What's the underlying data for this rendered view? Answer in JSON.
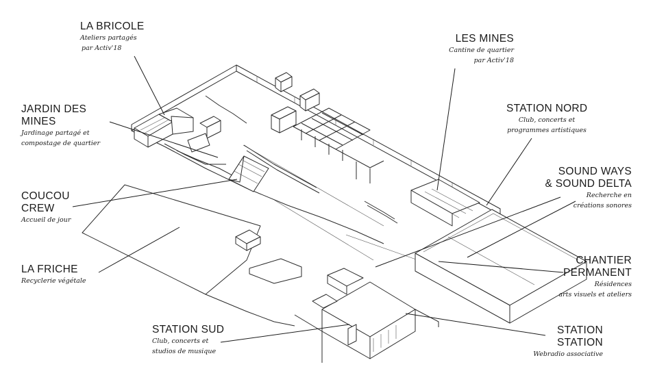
{
  "labels": {
    "bricole": {
      "title": "LA BRICOLE",
      "lines": [
        "Ateliers partagés",
        "par Activ'18"
      ]
    },
    "mines": {
      "title": "LES MINES",
      "lines": [
        "Cantine de quartier",
        "par Activ'18"
      ]
    },
    "jardin": {
      "title_lines": [
        "JARDIN DES",
        "MINES"
      ],
      "lines": [
        "Jardinage partagé et",
        "compostage de quartier"
      ]
    },
    "nord": {
      "title": "STATION NORD",
      "lines": [
        "Club, concerts et",
        "programmes artistiques"
      ]
    },
    "soundways": {
      "title_lines": [
        "SOUND WAYS",
        "& SOUND DELTA"
      ],
      "lines": [
        "Recherche en",
        "créations sonores"
      ]
    },
    "coucou": {
      "title_lines": [
        "COUCOU",
        "CREW"
      ],
      "lines": [
        "Accueil de jour"
      ]
    },
    "chantier": {
      "title_lines": [
        "CHANTIER",
        "PERMANENT"
      ],
      "lines": [
        "Résidences",
        "arts visuels et ateliers"
      ]
    },
    "friche": {
      "title": "LA FRICHE",
      "lines": [
        "Recyclerie végétale"
      ]
    },
    "sud": {
      "title": "STATION SUD",
      "lines": [
        "Club, concerts et",
        "studios de musique"
      ]
    },
    "station": {
      "title_lines": [
        "STATION",
        "STATION"
      ],
      "lines": [
        "Webradio associative"
      ]
    }
  }
}
